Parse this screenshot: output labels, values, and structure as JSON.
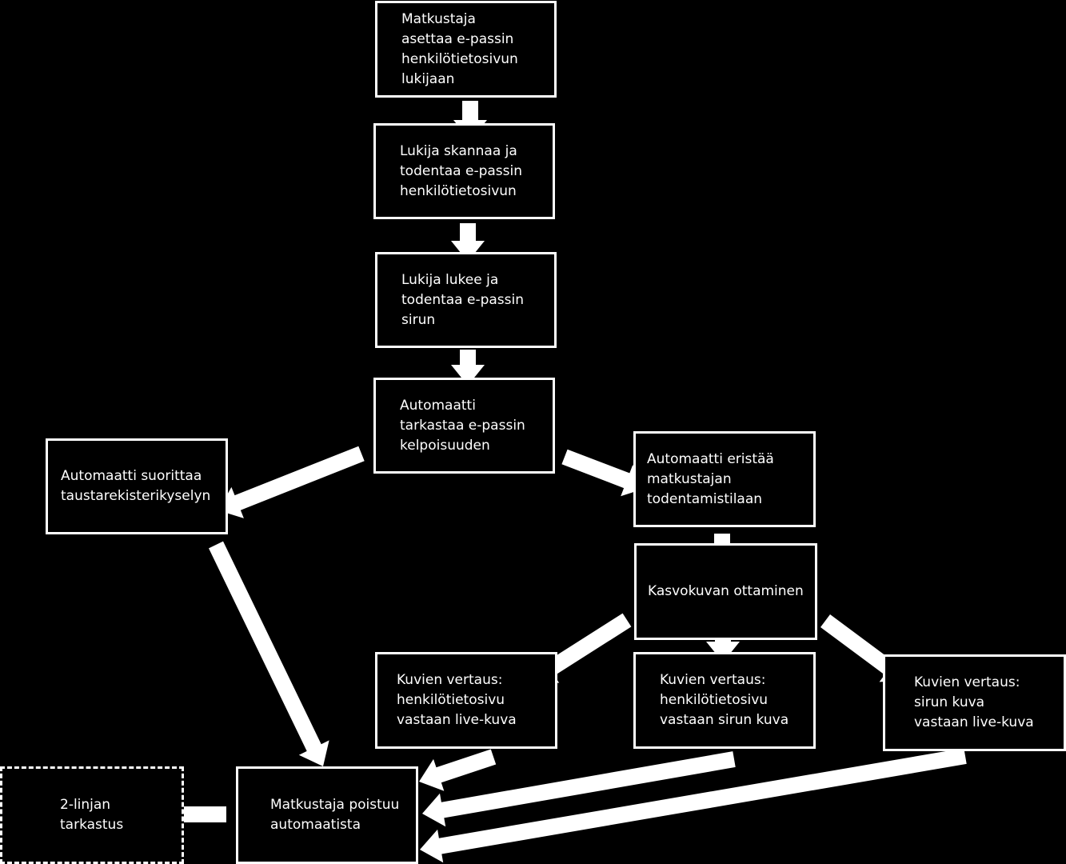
{
  "colors": {
    "background": "#000000",
    "foreground": "#ffffff"
  },
  "nodes": [
    {
      "id": "n1",
      "label": "Matkustaja\nasettaa e-passin\nhenkilötietosivun\nlukijaan"
    },
    {
      "id": "n2",
      "label": "Lukija skannaa ja\ntodentaa e-passin\nhenkilötietosivun"
    },
    {
      "id": "n3",
      "label": "Lukija lukee ja\ntodentaa e-passin\nsirun"
    },
    {
      "id": "n4",
      "label": "Automaatti\ntarkastaa e-passin\nkelpoisuuden"
    },
    {
      "id": "n5",
      "label": "Automaatti suorittaa\ntaustarekisterikyselyn"
    },
    {
      "id": "n6",
      "label": "Automaatti eristää\nmatkustajan\ntodentamistilaan"
    },
    {
      "id": "n7",
      "label": "Kasvokuvan ottaminen"
    },
    {
      "id": "n8",
      "label": "Kuvien vertaus:\nhenkilötietosivu\nvastaan live-kuva"
    },
    {
      "id": "n9",
      "label": "Kuvien vertaus:\nhenkilötietosivu\nvastaan sirun kuva"
    },
    {
      "id": "n10",
      "label": "Kuvien vertaus:\nsirun kuva\nvastaan live-kuva"
    },
    {
      "id": "n11",
      "label": "Matkustaja poistuu\nautomaatista"
    },
    {
      "id": "n12",
      "label": "2-linjan\ntarkastus"
    }
  ],
  "edges": [
    {
      "from": "n1",
      "to": "n2"
    },
    {
      "from": "n2",
      "to": "n3"
    },
    {
      "from": "n3",
      "to": "n4"
    },
    {
      "from": "n4",
      "to": "n5"
    },
    {
      "from": "n4",
      "to": "n6"
    },
    {
      "from": "n6",
      "to": "n7"
    },
    {
      "from": "n7",
      "to": "n8"
    },
    {
      "from": "n7",
      "to": "n9"
    },
    {
      "from": "n7",
      "to": "n10"
    },
    {
      "from": "n5",
      "to": "n11"
    },
    {
      "from": "n8",
      "to": "n11"
    },
    {
      "from": "n9",
      "to": "n11"
    },
    {
      "from": "n10",
      "to": "n11"
    },
    {
      "from": "n11",
      "to": "n12"
    }
  ]
}
